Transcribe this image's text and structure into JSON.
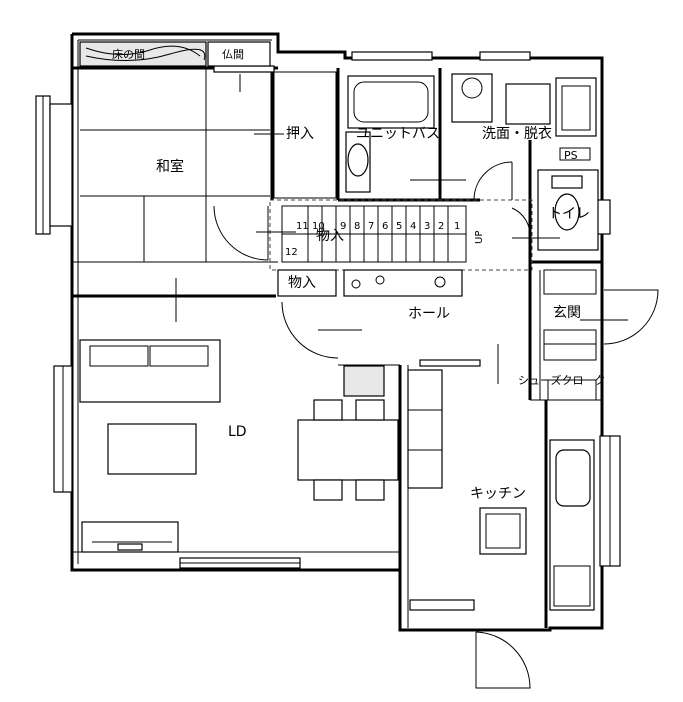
{
  "rooms": {
    "washitsu": "和室",
    "butsuma": "仏間",
    "toko": "床の間",
    "oshiire": "押入",
    "unit_bath": "ユニットバス",
    "senmen": "洗面・脱衣",
    "ps": "PS",
    "toilet": "トイレ",
    "monoire_stair": "物入",
    "monoire": "物入",
    "hall": "ホール",
    "genkan": "玄関",
    "shoes": "シューズクローク",
    "ld": "LD",
    "kitchen": "キッチン"
  },
  "stair": {
    "up": "UP",
    "steps": [
      "12",
      "11",
      "10",
      "9",
      "8",
      "7",
      "6",
      "5",
      "4",
      "3",
      "2",
      "1"
    ]
  }
}
